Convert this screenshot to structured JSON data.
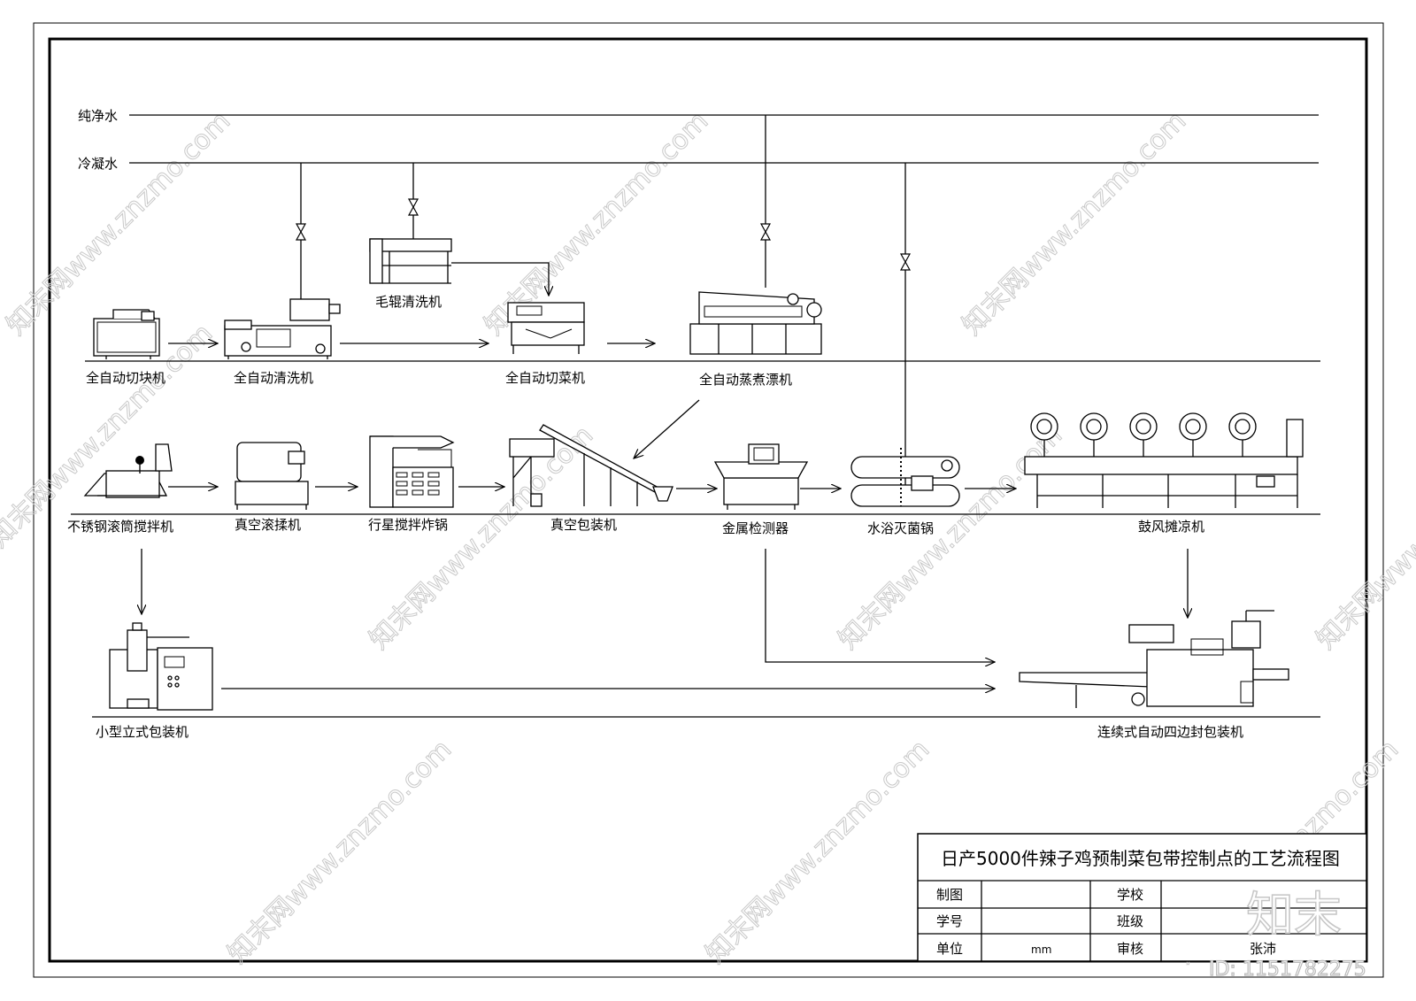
{
  "pipes": {
    "pure_water": "纯净水",
    "condensate_water": "冷凝水"
  },
  "equipment": {
    "auto_block_cutter": "全自动切块机",
    "auto_washer": "全自动清洗机",
    "brush_roller_washer": "毛辊清洗机",
    "auto_vegetable_cutter": "全自动切菜机",
    "auto_steam_blancher": "全自动蒸煮漂机",
    "drum_tumbler_mixer": "不锈钢滚筒搅拌机",
    "vacuum_tumbler": "真空滚揉机",
    "planetary_frying_pot": "行星搅拌炸锅",
    "vacuum_packer": "真空包装机",
    "metal_detector": "金属检测器",
    "water_bath_sterilizer": "水浴灭菌锅",
    "blower_cooler": "鼓风摊凉机",
    "small_vertical_packer": "小型立式包装机",
    "four_side_seal_packer": "连续式自动四边封包装机"
  },
  "title_block": {
    "title": "日产5000件辣子鸡预制菜包带控制点的工艺流程图",
    "drawn_by_label": "制图",
    "drawn_by_value": "",
    "school_label": "学校",
    "school_value": "",
    "student_id_label": "学号",
    "student_id_value": "",
    "class_label": "班级",
    "class_value": "",
    "unit_label": "单位",
    "unit_value": "mm",
    "review_label": "审核",
    "review_value": "张沛"
  },
  "watermark": {
    "text": "知末网www.znzmo.com",
    "logo": "知末",
    "id": "ID: 1151782275"
  }
}
